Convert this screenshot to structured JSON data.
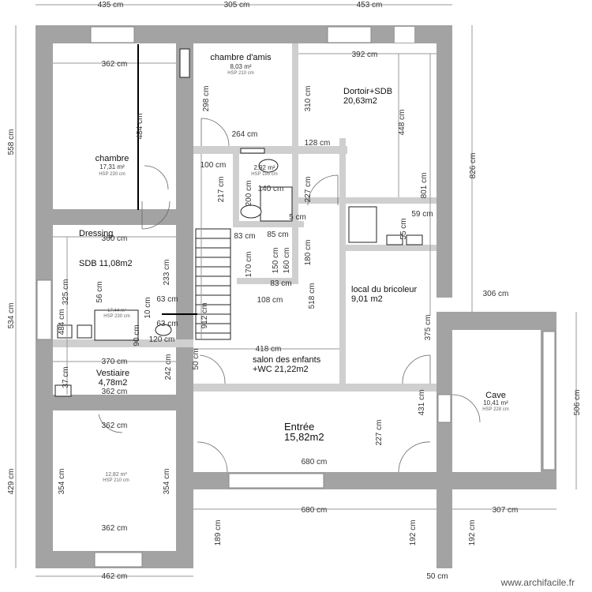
{
  "rooms": [
    {
      "name": "chambre",
      "area": "17,31 m²",
      "hsp": "HSP 230 cm"
    },
    {
      "name": "chambre d'amis",
      "area": "8,03 m²",
      "hsp": "HSP 210 cm"
    },
    {
      "name": "Dortoir+SDB",
      "area": "20,63m2"
    },
    {
      "name": "Dressing",
      "area": "SDB 11,08m2"
    },
    {
      "name": "Vestiaire",
      "area": "4,78m2"
    },
    {
      "name": "salon des enfants",
      "area": "+WC 21,22m2"
    },
    {
      "name": "local du bricoleur",
      "area": "9,01 m2"
    },
    {
      "name": "Entrée",
      "area": "15,82m2"
    },
    {
      "name": "Cave",
      "area": "10,41 m²",
      "hsp": "HSP 228 cm"
    },
    {
      "area": "12,82 m²",
      "hsp": "HSP 210 cm"
    },
    {
      "area": "2,92 m²",
      "hsp": "HSP 195 cm"
    },
    {
      "area": "17,44 m²",
      "hsp": "HSP 230 cm"
    }
  ],
  "dims": [
    "435 cm",
    "305 cm",
    "453 cm",
    "362 cm",
    "392 cm",
    "298 cm",
    "484 cm",
    "310 cm",
    "448 cm",
    "264 cm",
    "128 cm",
    "100 cm",
    "217 cm",
    "200 cm",
    "140 cm",
    "227 cm",
    "801 cm",
    "826 cm",
    "558 cm",
    "5 cm",
    "59 cm",
    "55 cm",
    "360 cm",
    "83 cm",
    "85 cm",
    "160 cm",
    "150 cm",
    "180 cm",
    "170 cm",
    "83 cm",
    "108 cm",
    "233 cm",
    "325 cm",
    "56 cm",
    "63 cm",
    "10 cm",
    "63 cm",
    "90 cm",
    "120 cm",
    "484 cm",
    "912 cm",
    "518 cm",
    "418 cm",
    "375 cm",
    "306 cm",
    "50 cm",
    "370 cm",
    "242 cm",
    "37 cm",
    "362 cm",
    "431 cm",
    "506 cm",
    "534 cm",
    "362 cm",
    "227 cm",
    "354 cm",
    "354 cm",
    "680 cm",
    "429 cm",
    "680 cm",
    "362 cm",
    "189 cm",
    "192 cm",
    "192 cm",
    "307 cm",
    "462 cm",
    "50 cm"
  ],
  "watermark": "www.archifacile.fr",
  "colors": {
    "wall": "#a3a3a3",
    "partition": "#cfcfcf"
  }
}
